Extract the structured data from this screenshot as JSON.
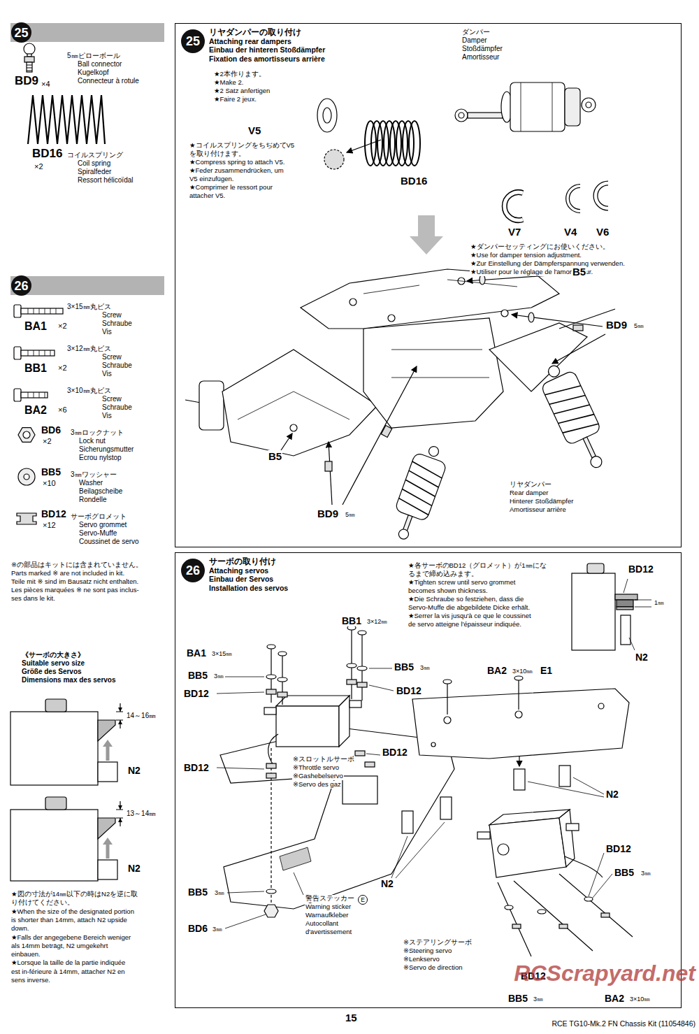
{
  "diagram": {
    "nodes": [
      {
        "text": [
          "25"
        ]
      },
      {
        "text": [
          "26"
        ]
      },
      {
        "text": [
          "リヤダンパーの取り付け",
          "Attaching rear dampers",
          "Einbau der hinteren Stoßdämpfer",
          "Fixation des amortisseurs arrière"
        ]
      },
      {
        "text": [
          "25"
        ],
        "in": 2
      },
      {
        "text": [
          "サーボの取り付け",
          "Attaching servos",
          "Einbau der Servos",
          "Installation des servos"
        ]
      },
      {
        "text": [
          "26"
        ],
        "in": 4
      }
    ],
    "labels": [
      "BD9",
      "×4",
      "5㎜ピローボール",
      "Ball connector",
      "Kugelkopf",
      "Connecteur à rotule",
      "BD16",
      "×2",
      "コイルスプリング",
      "Coil spring",
      "Spiralfeder",
      "Ressort hélicoïdal",
      "BA1",
      "×2",
      "3×15㎜丸ビス",
      "Screw",
      "Schraube",
      "Vis",
      "BB1",
      "×2",
      "3×12㎜丸ビス",
      "Screw",
      "Schraube",
      "Vis",
      "BA2",
      "×6",
      "3×10㎜丸ビス",
      "Screw",
      "Schraube",
      "Vis",
      "BD6",
      "×2",
      "3㎜ロックナット",
      "Lock nut",
      "Sicherungsmutter",
      "Ecrou nylstop",
      "BB5",
      "×10",
      "3㎜ワッシャー",
      "Washer",
      "Beilagscheibe",
      "Rondelle",
      "BD12",
      "×12",
      "サーボグロメット",
      "Servo grommet",
      "Servo-Muffe",
      "Coussinet de servo",
      "※の部品はキットには含まれていません。",
      "Parts marked ※ are not included in kit.",
      "Teile mit ※ sind im Bausatz nicht enthalten.",
      "Les pièces marquées ※ ne sont pas inclus-",
      "ses dans le kit.",
      "《サーボの大きさ》",
      "Suitable servo size",
      "Größe des Servos",
      "Dimensions max des servos",
      "14～16㎜",
      "N2",
      "13～14㎜",
      "N2",
      "★図の寸法が14㎜以下の時はN2を逆に取",
      "り付けてください。",
      "★When the size of the designated portion",
      "is shorter than 14mm, attach N2 upside",
      "down.",
      "★Falls der angegebene Bereich weniger",
      "als 14mm beträgt, N2 umgekehrt",
      "einbauen.",
      "★Lorsque la taille de la partie indiquée",
      "est in-férieure à 14mm, attacher N2 en",
      "sens inverse.",
      "★2本作ります。",
      "★Make 2.",
      "★2 Satz anfertigen",
      "★Faire 2 jeux.",
      "V5",
      "★コイルスプリングをちぢめてV5",
      "を取り付けます。",
      "★Compress spring to attach V5.",
      "★Feder zusammendrücken, um",
      "V5 einzufügen.",
      "★Comprimer le ressort pour",
      "attacher V5.",
      "ダンパー",
      "Damper",
      "Stoßdämpfer",
      "Amortisseur",
      "BD16",
      "V7",
      "V4",
      "V6",
      "★ダンパーセッティングにお使いください。",
      "★Use for damper tension adjustment.",
      "★Zur Einstellung der Dämpferspannung verwenden.",
      "★Utiliser pour le réglage de l'amortisseur.",
      "B5",
      "BD9",
      "5㎜",
      "B5",
      "BD9",
      "5㎜",
      "リヤダンパー",
      "Rear damper",
      "Hinterer Stoßdämpfer",
      "Amortisseur arrière",
      "★各サーボのBD12（グロメット）が1㎜にな",
      "るまで締め込みます。",
      "★Tighten screw until servo grommet",
      "becomes shown thickness.",
      "★Die Schraube so festziehen, dass die",
      "Servo-Muffe die abgebildete Dicke erhält.",
      "★Serrer la vis jusqu'à ce que le coussinet",
      "de servo atteigne l'épaisseur indiquée.",
      "BD12",
      "1㎜",
      "N2",
      "BB1",
      "3×12㎜",
      "BA1",
      "3×15㎜",
      "BB5",
      "3㎜",
      "BB5",
      "3㎜",
      "BA2",
      "3×10㎜",
      "E1",
      "BD12",
      "BD12",
      "BD12",
      "BD12",
      "N2",
      "BD12",
      "BB5",
      "3㎜",
      "BB5",
      "3㎜",
      "N2",
      "BD6",
      "3㎜",
      "BD12",
      "BB5",
      "3㎜",
      "BA2",
      "3×10㎜",
      "※スロットルサーボ",
      "※Throttle servo",
      "※Gashebelservo",
      "※Servo des gaz",
      "警告ステッカー",
      "E",
      "Warning sticker",
      "Warnaufkleber",
      "Autocollant",
      "d'avertissement",
      "※ステアリングサーボ",
      "※Steering servo",
      "※Lenkservo",
      "※Servo de direction",
      "15",
      "RCE TG10-Mk.2 FN Chassis Kit (11054846)",
      "RCScrapyard.net"
    ]
  }
}
